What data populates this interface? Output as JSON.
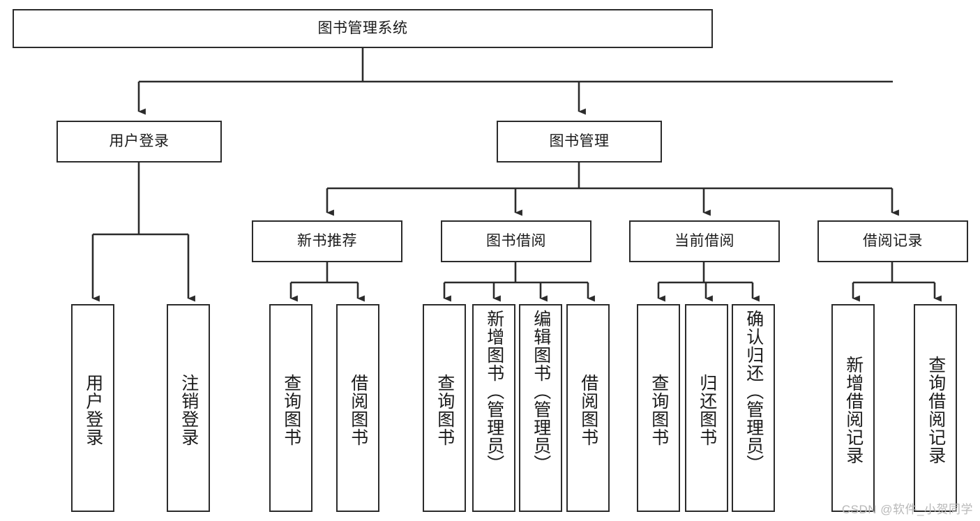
{
  "diagram": {
    "type": "hierarchy-tree",
    "title": "图书管理系统",
    "root": {
      "id": "root",
      "label": "图书管理系统"
    },
    "level2": [
      {
        "id": "user-login",
        "label": "用户登录"
      },
      {
        "id": "book-management",
        "label": "图书管理"
      }
    ],
    "level3": [
      {
        "id": "new-book-recommend",
        "label": "新书推荐"
      },
      {
        "id": "book-borrow",
        "label": "图书借阅"
      },
      {
        "id": "current-borrow",
        "label": "当前借阅"
      },
      {
        "id": "borrow-record",
        "label": "借阅记录"
      }
    ],
    "leaves": {
      "user_login": [
        {
          "id": "leaf-user-login",
          "label": "用户登录"
        },
        {
          "id": "leaf-logout",
          "label": "注销登录"
        }
      ],
      "new_book_recommend": [
        {
          "id": "leaf-query-book-1",
          "label": "查询图书"
        },
        {
          "id": "leaf-borrow-book-1",
          "label": "借阅图书"
        }
      ],
      "book_borrow": [
        {
          "id": "leaf-query-book-2",
          "label": "查询图书"
        },
        {
          "id": "leaf-add-book",
          "label": "新增图书（管理员）"
        },
        {
          "id": "leaf-edit-book",
          "label": "编辑图书（管理员）"
        },
        {
          "id": "leaf-borrow-book-2",
          "label": "借阅图书"
        }
      ],
      "current_borrow": [
        {
          "id": "leaf-query-book-3",
          "label": "查询图书"
        },
        {
          "id": "leaf-return-book",
          "label": "归还图书"
        },
        {
          "id": "leaf-confirm-return",
          "label": "确认归还（管理员）"
        }
      ],
      "borrow_record": [
        {
          "id": "leaf-add-record",
          "label": "新增借阅记录"
        },
        {
          "id": "leaf-query-record",
          "label": "查询借阅记录"
        }
      ]
    },
    "colors": {
      "stroke": "#2b2b2b",
      "fill": "#ffffff",
      "text": "#1a1a1a",
      "watermark": "#b8b8b8"
    }
  },
  "watermark": {
    "text": "CSDN @软件_小贺同学"
  }
}
